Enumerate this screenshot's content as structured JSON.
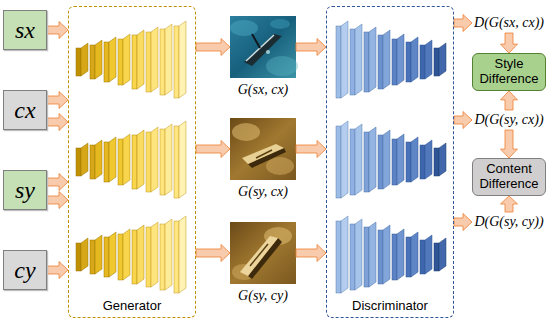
{
  "diagram": {
    "nodes": [
      {
        "text": [
          "sx"
        ]
      },
      {
        "text": [
          "cx"
        ]
      },
      {
        "text": [
          "sy"
        ]
      },
      {
        "text": [
          "cy"
        ]
      },
      {
        "text": [
          "Generator"
        ]
      },
      {
        "text": [
          "G(sx, cx)"
        ]
      },
      {
        "text": [
          "G(sy, cx)"
        ]
      },
      {
        "text": [
          "G(sy, cy)"
        ]
      },
      {
        "text": [
          "Discriminator"
        ]
      },
      {
        "text": [
          "D(G(sx, cx))"
        ]
      },
      {
        "text": [
          "Style Difference"
        ]
      },
      {
        "text": [
          "D(G(sy, cx))"
        ]
      },
      {
        "text": [
          "Content Difference"
        ]
      },
      {
        "text": [
          "D(G(sy, cy))"
        ]
      }
    ],
    "edges": [
      {
        "from": 0,
        "to": 4,
        "arrow": "to"
      },
      {
        "from": 1,
        "to": 4,
        "arrow": "to"
      },
      {
        "from": 1,
        "to": 4,
        "arrow": "to"
      },
      {
        "from": 2,
        "to": 4,
        "arrow": "to"
      },
      {
        "from": 2,
        "to": 4,
        "arrow": "to"
      },
      {
        "from": 3,
        "to": 4,
        "arrow": "to"
      },
      {
        "from": 4,
        "to": 5,
        "arrow": "to"
      },
      {
        "from": 4,
        "to": 6,
        "arrow": "to"
      },
      {
        "from": 4,
        "to": 7,
        "arrow": "to"
      },
      {
        "from": 5,
        "to": 8,
        "arrow": "to"
      },
      {
        "from": 6,
        "to": 8,
        "arrow": "to"
      },
      {
        "from": 7,
        "to": 8,
        "arrow": "to"
      },
      {
        "from": 8,
        "to": 9,
        "arrow": "to"
      },
      {
        "from": 8,
        "to": 11,
        "arrow": "to"
      },
      {
        "from": 8,
        "to": 13,
        "arrow": "to"
      },
      {
        "from": 9,
        "to": 10,
        "arrow": "to"
      },
      {
        "from": 11,
        "to": 10,
        "arrow": "to"
      },
      {
        "from": 11,
        "to": 12,
        "arrow": "to"
      },
      {
        "from": 13,
        "to": 12,
        "arrow": "to"
      }
    ]
  }
}
